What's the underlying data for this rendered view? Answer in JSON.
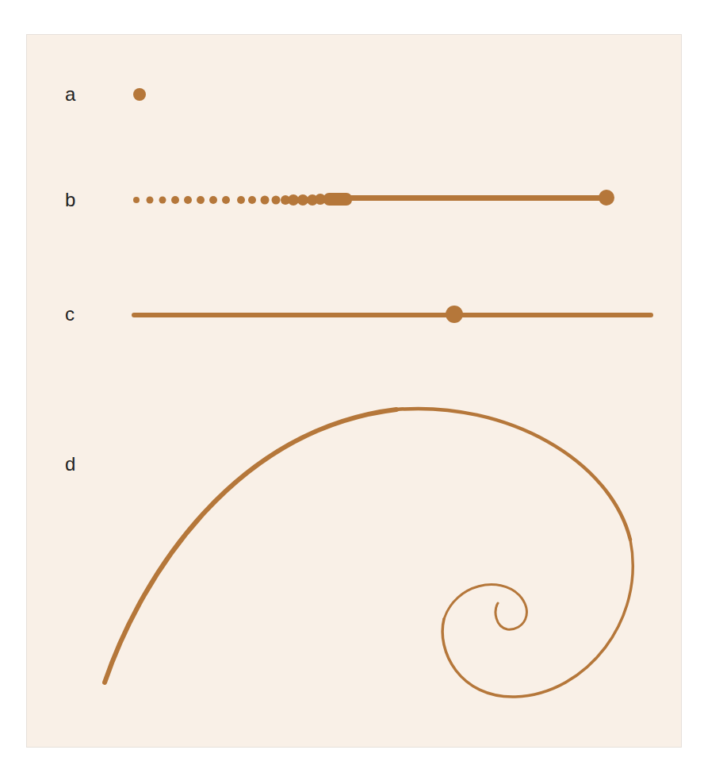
{
  "diagram": {
    "labels": [
      "a",
      "b",
      "c",
      "d"
    ]
  }
}
